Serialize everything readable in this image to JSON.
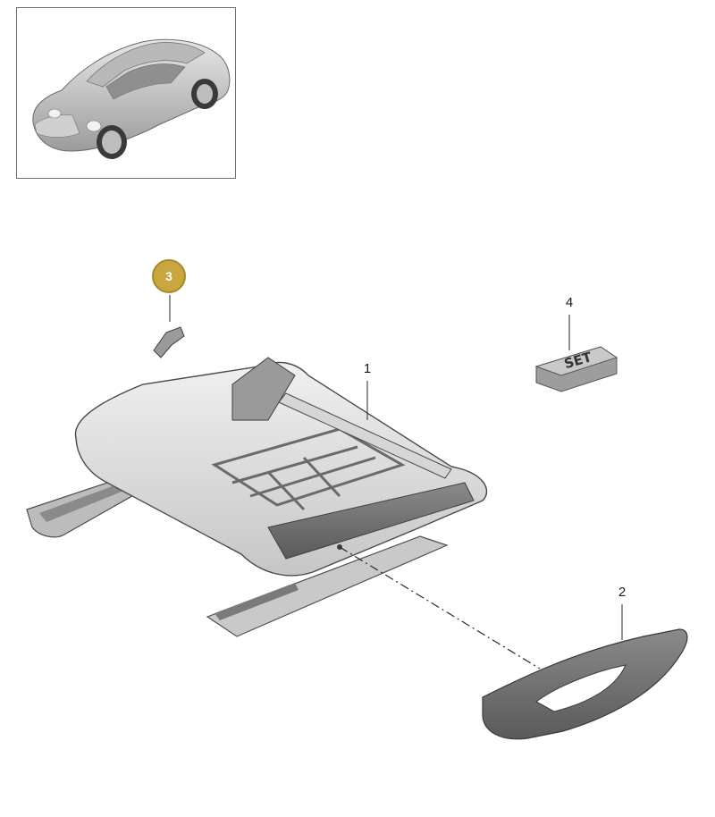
{
  "callouts": {
    "c1": "1",
    "c2": "2",
    "c3": "3",
    "c4": "4"
  },
  "set_label": "SET",
  "colors": {
    "badge": "#c9a63f",
    "part_fill": "#dcdcdc",
    "part_stroke": "#5c5c5c",
    "dark_part": "#6e6e6e"
  }
}
